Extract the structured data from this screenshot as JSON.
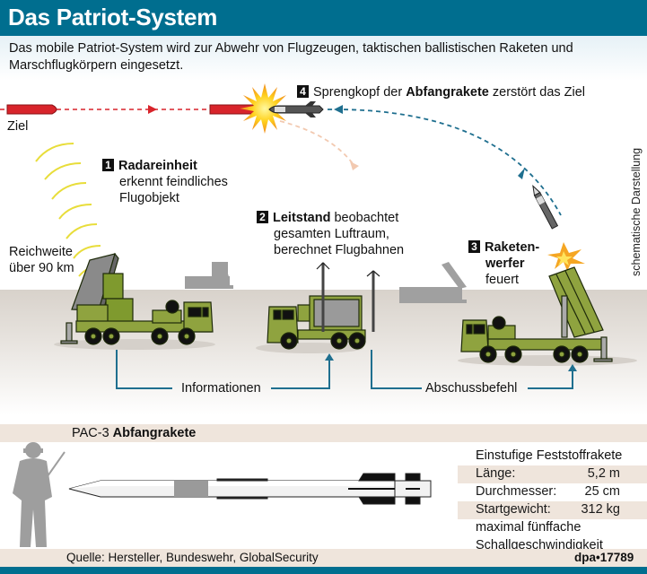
{
  "header": {
    "title": "Das Patriot-System"
  },
  "intro": {
    "text": "Das mobile Patriot-System wird zur Abwehr von Flugzeugen, taktischen ballistischen Raketen und Marschflugkörpern eingesetzt."
  },
  "target_label": "Ziel",
  "steps": [
    {
      "number": "1",
      "title": "Radareinheit",
      "text_lines": [
        "erkennt feindliches",
        "Flugobjekt"
      ]
    },
    {
      "number": "2",
      "title": "Leitstand",
      "title_suffix": " beobachtet",
      "text_lines": [
        "gesamten Luftraum,",
        "berechnet Flugbahnen"
      ]
    },
    {
      "number": "3",
      "title_lines": [
        "Raketen-",
        "werfer"
      ],
      "text_lines": [
        "feuert"
      ]
    },
    {
      "number": "4",
      "prefix": "Sprengkopf der ",
      "title": "Abfangrakete",
      "suffix": " zerstört das Ziel"
    }
  ],
  "range_label": {
    "line1": "Reichweite",
    "line2": "über 90 km"
  },
  "flows": {
    "information": "Informationen",
    "launch_order": "Abschussbefehl"
  },
  "side_note": "schematische Darstellung",
  "missile": {
    "heading_prefix": "PAC-3 ",
    "heading_bold": "Abfangrakete",
    "type": "Einstufige Feststoffrakete",
    "specs": [
      {
        "label": "Länge:",
        "value": "5,2 m"
      },
      {
        "label": "Durchmesser:",
        "value": "25 cm"
      },
      {
        "label": "Startgewicht:",
        "value": "312 kg"
      }
    ],
    "speed_lines": [
      "maximal fünffache",
      "Schallgeschwindigkeit"
    ]
  },
  "source": "Quelle: Hersteller, Bundeswehr, GlobalSecurity",
  "credit": "dpa•17789",
  "colors": {
    "header": "#006e8f",
    "vehicle_green": "#8fa33f",
    "target_red": "#d8242b",
    "flow_blue": "#1f6f8f",
    "band": "#efe5dc"
  }
}
